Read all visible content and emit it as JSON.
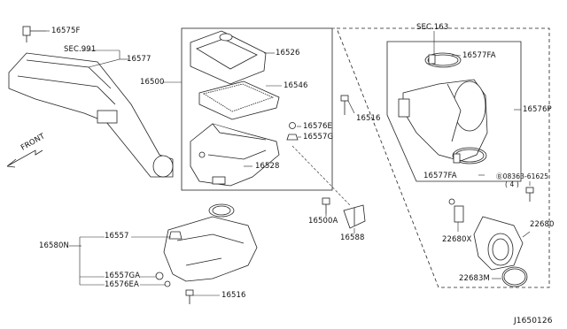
{
  "labels": {
    "p16575F": "16575F",
    "sec991": "SEC.991",
    "p16577": "16577",
    "p16500": "16500",
    "p16526": "16526",
    "p16546": "16546",
    "p16576E": "16576E",
    "p16557G": "16557G",
    "p16528": "16528",
    "p16516a": "16516",
    "sec163": "SEC.163",
    "p16577FA_top": "16577FA",
    "p16576P": "16576P",
    "p16577FA_bot": "16577FA",
    "bolt_ref": "Ⓑ08363-61625",
    "bolt_qty": "( 4 )",
    "p16500A": "16500A",
    "p16588": "16588",
    "p22680X": "22680X",
    "p22680": "22680",
    "p22683M": "22683M",
    "p16580N": "16580N",
    "p16557": "16557",
    "p16557GA": "16557GA",
    "p16576EA": "16576EA",
    "p16516b": "16516",
    "front": "FRONT",
    "diagram_id": "J1650126"
  }
}
